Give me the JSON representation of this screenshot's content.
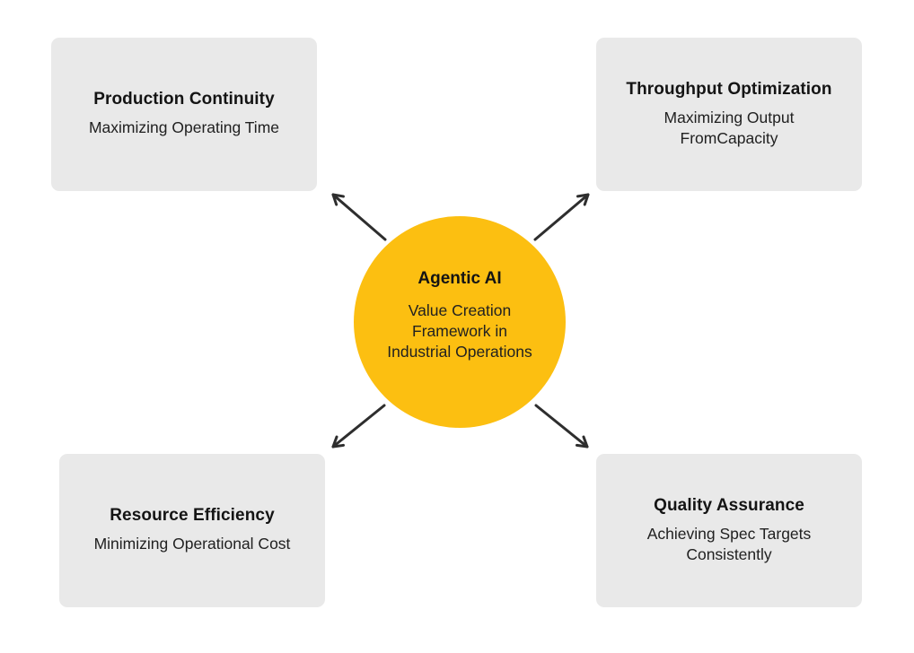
{
  "diagram": {
    "center": {
      "title": "Agentic AI",
      "subtitle": "Value Creation Framework in Industrial Operations"
    },
    "nodes": [
      {
        "id": "production-continuity",
        "position": "top-left",
        "title": "Production Continuity",
        "subtitle": "Maximizing Operating Time"
      },
      {
        "id": "throughput-optimization",
        "position": "top-right",
        "title": "Throughput Optimization",
        "subtitle": "Maximizing Output FromCapacity"
      },
      {
        "id": "resource-efficiency",
        "position": "bottom-left",
        "title": "Resource Efficiency",
        "subtitle": "Minimizing Operational Cost"
      },
      {
        "id": "quality-assurance",
        "position": "bottom-right",
        "title": "Quality Assurance",
        "subtitle": "Achieving Spec Targets Consistently"
      }
    ],
    "colors": {
      "background": "#FFFFFF",
      "node_bg": "#E9E9E9",
      "circle_bg": "#FCBF11",
      "arrow": "#2E2E2E",
      "title_text": "#141414",
      "body_text": "#212121"
    }
  }
}
